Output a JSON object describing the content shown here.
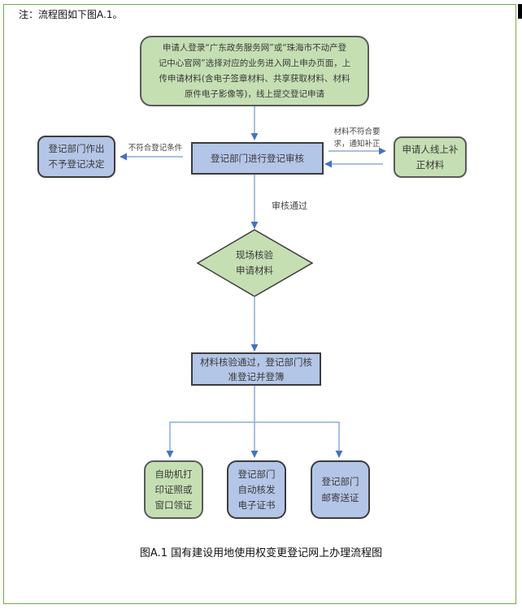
{
  "note": "注：流程图如下图A.1。",
  "nodes": {
    "start": "申请人登录“广东政务服务网”或“珠海市不动产登记中心官网”选择对应的业务进入网上申办页面，上传申请材料(含电子签章材料、共享获取材料、材料原件电子影像等)，线上提交登记申请",
    "review": "登记部门进行登记审核",
    "reject": "登记部门作出不予登记决定",
    "supplement": "申请人线上补正材料",
    "verify": "现场核验申请材料",
    "approve": "材料核验通过，登记部门核准登记并登簿",
    "out_self": "自助机打印证照或窗口领证",
    "out_electronic": "登记部门自动核发电子证书",
    "out_mail": "登记部门邮寄送证"
  },
  "lines": {
    "start": [
      "申请人登录“广东政务服务网”或“珠海市不动产登",
      "记中心官网”选择对应的业务进入网上申办页面，上",
      "传申请材料(含电子签章材料、共享获取材料、材料",
      "原件电子影像等)，线上提交登记申请"
    ],
    "reject": [
      "登记部门作出",
      "不予登记决定"
    ],
    "supplement": [
      "申请人线上补",
      "正材料"
    ],
    "verify": [
      "现场核验",
      "申请材料"
    ],
    "approve": [
      "材料核验通过，登记部门核",
      "准登记并登簿"
    ],
    "out_self": [
      "自助机打",
      "印证照或",
      "窗口领证"
    ],
    "out_electronic": [
      "登记部门",
      "自动核发",
      "电子证书"
    ],
    "out_mail": [
      "登记部门",
      "邮寄送证"
    ]
  },
  "edge_labels": {
    "not_meet": "不符合登记条件",
    "material_issue": [
      "材料不符合要",
      "求，通知补正"
    ],
    "passed": "审核通过"
  },
  "caption": "图A.1 国有建设用地使用权变更登记网上办理流程图",
  "colors": {
    "frame": "#70ad47",
    "green_fill": "#c5dfb3",
    "blue_fill": "#b4c6e7",
    "arrow": "#4472c4",
    "line": "#8eaadb"
  }
}
